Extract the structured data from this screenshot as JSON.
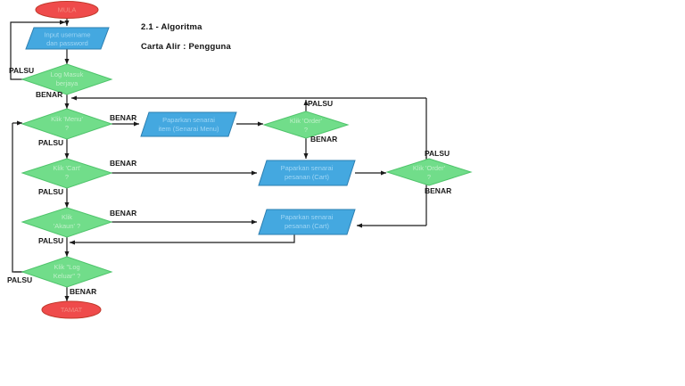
{
  "title": {
    "line1": "2.1 - Algoritma",
    "line2": "Carta Alir : Pengguna"
  },
  "colors": {
    "start_end_fill": "#ef4b4b",
    "process_fill": "#44a8e0",
    "decision_fill": "#71dd8a",
    "connector": "#1a1a1a",
    "label_text": "#1a1a1a"
  },
  "nodes": {
    "start": {
      "label": "MULA",
      "type": "terminator"
    },
    "input_credentials": {
      "label_line1": "Input username",
      "label_line2": "dan password",
      "type": "io"
    },
    "login_success": {
      "label_line1": "Log Masuk",
      "label_line2": "berjaya",
      "type": "decision"
    },
    "click_menu": {
      "label_line1": "Klik 'Menu'",
      "label_line2": "?",
      "type": "decision"
    },
    "show_menu_items": {
      "label_line1": "Paparkan senarai",
      "label_line2": "item (Senarai Menu)",
      "type": "io"
    },
    "click_order_top": {
      "label_line1": "Klik 'Order'",
      "label_line2": "?",
      "type": "decision"
    },
    "click_cart": {
      "label_line1": "Klik 'Cart'",
      "label_line2": "?",
      "type": "decision"
    },
    "show_cart_list_1": {
      "label_line1": "Paparkan senarai",
      "label_line2": "pesanan (Cart)",
      "type": "io"
    },
    "click_order_right": {
      "label_line1": "Klik 'Order'",
      "label_line2": "?",
      "type": "decision"
    },
    "click_akaun": {
      "label_line1": "Klik",
      "label_line2": "'Akaun' ?",
      "type": "decision"
    },
    "show_cart_list_2": {
      "label_line1": "Paparkan senarai",
      "label_line2": "pesanan (Cart)",
      "type": "io"
    },
    "click_logout": {
      "label_line1": "Klik \"Log",
      "label_line2": "Keluar\" ?",
      "type": "decision"
    },
    "end": {
      "label": "TAMAT",
      "type": "terminator"
    }
  },
  "edge_labels": {
    "login_false": "PALSU",
    "login_true": "BENAR",
    "menu_true": "BENAR",
    "menu_false": "PALSU",
    "order_top_false": "PALSU",
    "order_top_true": "BENAR",
    "cart_true": "BENAR",
    "cart_false": "PALSU",
    "order_right_false": "PALSU",
    "order_right_true": "BENAR",
    "akaun_true": "BENAR",
    "akaun_false": "PALSU",
    "logout_false": "PALSU",
    "logout_true": "BENAR"
  }
}
